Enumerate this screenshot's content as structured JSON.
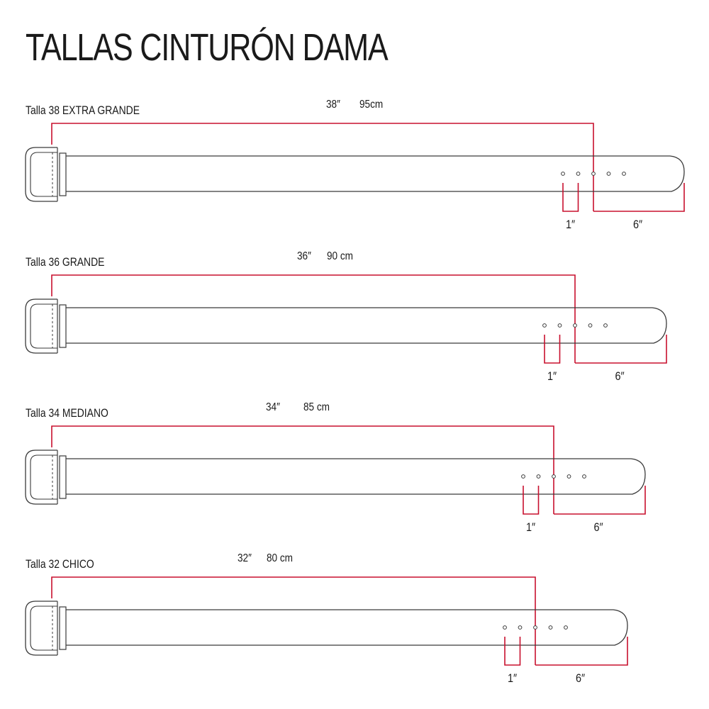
{
  "title": "TALLAS CINTURÓN DAMA",
  "colors": {
    "measure": "#c8102e",
    "outline": "#3a3a3a",
    "text": "#1a1a1a",
    "background": "#ffffff"
  },
  "belts": [
    {
      "label": "Talla 38 EXTRA GRANDE",
      "inches": "38″",
      "cm": "95cm",
      "hole_spacing": "1″",
      "tip_length": "6″"
    },
    {
      "label": "Talla 36 GRANDE",
      "inches": "36″",
      "cm": "90 cm",
      "hole_spacing": "1″",
      "tip_length": "6″"
    },
    {
      "label": "Talla 34 MEDIANO",
      "inches": "34″",
      "cm": "85 cm",
      "hole_spacing": "1″",
      "tip_length": "6″"
    },
    {
      "label": "Talla 32 CHICO",
      "inches": "32″",
      "cm": "80 cm",
      "hole_spacing": "1″",
      "tip_length": "6″"
    }
  ]
}
